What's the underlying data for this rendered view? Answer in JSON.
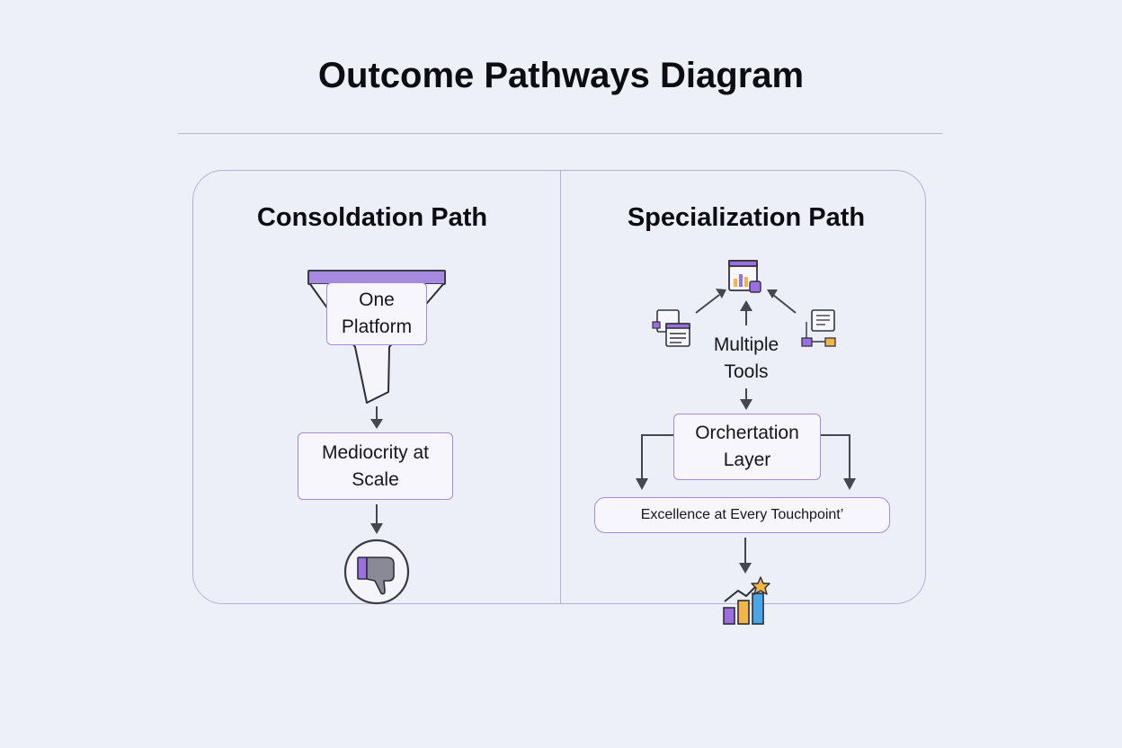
{
  "title": "Outcome Pathways Diagram",
  "consolidation": {
    "title": "Consoldation Path",
    "funnel_label": "One Platform",
    "result_label": "Mediocrity at Scale",
    "outcome_icon": "thumbs-down-icon"
  },
  "specialization": {
    "title": "Specialization Path",
    "tools_label": "Multiple Tools",
    "orchestration_label": "Orchertation Layer",
    "result_label": "Excellence at Every Touchpoint’",
    "outcome_icon": "growth-chart-icon",
    "tool_icons": [
      "dashboard-icon",
      "list-window-icon",
      "flow-chart-icon"
    ]
  },
  "colors": {
    "accent_purple": "#a48ad8",
    "icon_purple": "#9b6fe0",
    "icon_orange": "#f2b54a",
    "icon_blue": "#4aa6e6",
    "arrow": "#444650"
  }
}
